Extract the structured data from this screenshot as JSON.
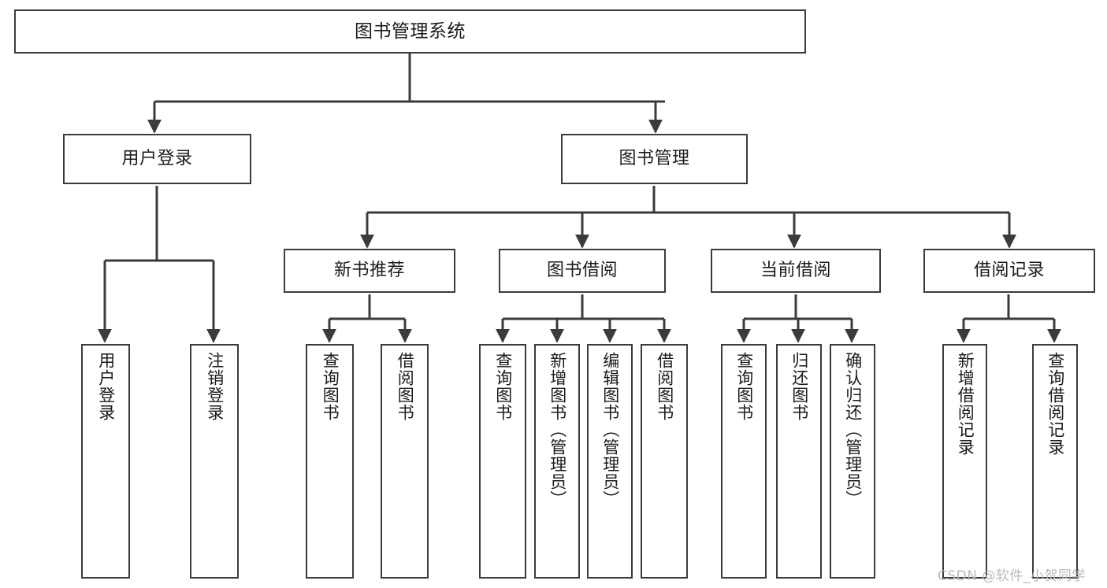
{
  "diagram": {
    "title": "图书管理系统",
    "type": "functional-structure-tree",
    "background_color": "#ffffff",
    "line_color": "#3b3b3b",
    "text_color": "#1b1b1b",
    "watermark": "CSDN @软件_小贺同学",
    "levels": {
      "level1": [
        "图书管理系统"
      ],
      "level2": [
        "用户登录",
        "图书管理"
      ],
      "level3": [
        "新书推荐",
        "图书借阅",
        "当前借阅",
        "借阅记录"
      ],
      "level4": [
        "用户登录",
        "注销登录",
        "查询图书",
        "借阅图书",
        "查询图书",
        "新增图书（管理员）",
        "编辑图书（管理员）",
        "借阅图书",
        "查询图书",
        "归还图书",
        "确认归还（管理员）",
        "新增借阅记录",
        "查询借阅记录"
      ]
    },
    "nodes": {
      "root": {
        "label": "图书管理系统"
      },
      "user_login": {
        "label": "用户登录"
      },
      "book_manage": {
        "label": "图书管理"
      },
      "new_book_rec": {
        "label": "新书推荐"
      },
      "book_borrow": {
        "label": "图书借阅"
      },
      "current_borrow": {
        "label": "当前借阅"
      },
      "borrow_record": {
        "label": "借阅记录"
      },
      "leaf_user_login": {
        "label": "用户登录"
      },
      "leaf_logout": {
        "label": "注销登录"
      },
      "leaf_query_book_1": {
        "label": "查询图书"
      },
      "leaf_borrow_book_1": {
        "label": "借阅图书"
      },
      "leaf_query_book_2": {
        "label": "查询图书"
      },
      "leaf_add_book": {
        "label": "新增图书（管理员）"
      },
      "leaf_edit_book": {
        "label": "编辑图书（管理员）"
      },
      "leaf_borrow_book_2": {
        "label": "借阅图书"
      },
      "leaf_query_book_3": {
        "label": "查询图书"
      },
      "leaf_return_book": {
        "label": "归还图书"
      },
      "leaf_confirm_return": {
        "label": "确认归还（管理员）"
      },
      "leaf_add_record": {
        "label": "新增借阅记录"
      },
      "leaf_query_record": {
        "label": "查询借阅记录"
      }
    },
    "edges": [
      {
        "from": "图书管理系统",
        "to": "用户登录"
      },
      {
        "from": "图书管理系统",
        "to": "图书管理"
      },
      {
        "from": "用户登录",
        "to": "用户登录"
      },
      {
        "from": "用户登录",
        "to": "注销登录"
      },
      {
        "from": "图书管理",
        "to": "新书推荐"
      },
      {
        "from": "图书管理",
        "to": "图书借阅"
      },
      {
        "from": "图书管理",
        "to": "当前借阅"
      },
      {
        "from": "图书管理",
        "to": "借阅记录"
      },
      {
        "from": "新书推荐",
        "to": "查询图书"
      },
      {
        "from": "新书推荐",
        "to": "借阅图书"
      },
      {
        "from": "图书借阅",
        "to": "查询图书"
      },
      {
        "from": "图书借阅",
        "to": "新增图书（管理员）"
      },
      {
        "from": "图书借阅",
        "to": "编辑图书（管理员）"
      },
      {
        "from": "图书借阅",
        "to": "借阅图书"
      },
      {
        "from": "当前借阅",
        "to": "查询图书"
      },
      {
        "from": "当前借阅",
        "to": "归还图书"
      },
      {
        "from": "当前借阅",
        "to": "确认归还（管理员）"
      },
      {
        "from": "借阅记录",
        "to": "新增借阅记录"
      },
      {
        "from": "借阅记录",
        "to": "查询借阅记录"
      }
    ]
  }
}
